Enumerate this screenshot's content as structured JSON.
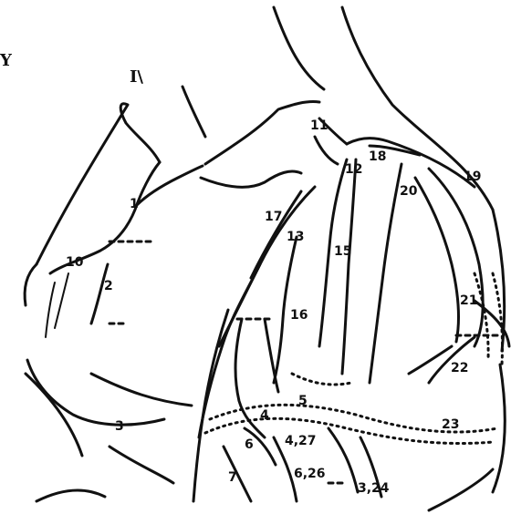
{
  "corner_letter": "Y",
  "top_mark": "I\\",
  "labels": [
    "1",
    "2",
    "3",
    "4",
    "5",
    "6",
    "7",
    "10",
    "11",
    "12",
    "13",
    "15",
    "16",
    "17",
    "18",
    "19",
    "20",
    "21",
    "22",
    "23",
    "4,27",
    "6,26",
    "3,24"
  ]
}
